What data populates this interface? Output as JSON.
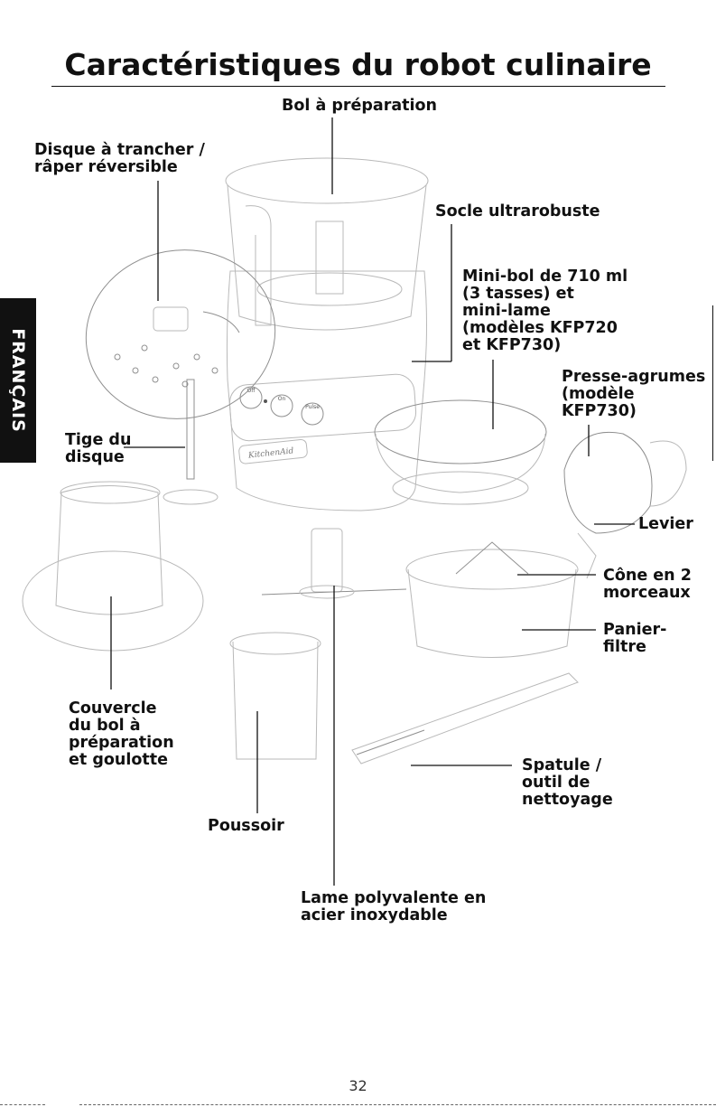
{
  "page": {
    "title": "Caractéristiques du robot culinaire",
    "side_tab": "FRANÇAIS",
    "page_number": "32"
  },
  "labels": {
    "bol": "Bol à préparation",
    "disque": "Disque à trancher /\nrâper réversible",
    "socle": "Socle ultrarobuste",
    "mini_bol": "Mini-bol de 710 ml\n(3 tasses) et\nmini-lame\n(modèles KFP720\net KFP730)",
    "presse": "Presse-agrumes\n(modèle\nKFP730)",
    "tige": "Tige du\ndisque",
    "levier": "Levier",
    "cone": "Cône en 2\nmorceaux",
    "panier": "Panier-\nfiltre",
    "couvercle": "Couvercle\ndu bol à\npréparation\net goulotte",
    "spatule": "Spatule /\noutil de\nnettoyage",
    "poussoir": "Poussoir",
    "lame": "Lame polyvalente en\nacier inoxydable"
  },
  "illustration": {
    "brand": "KitchenAid",
    "buttons": [
      "Off",
      "On",
      "Pulse"
    ]
  }
}
